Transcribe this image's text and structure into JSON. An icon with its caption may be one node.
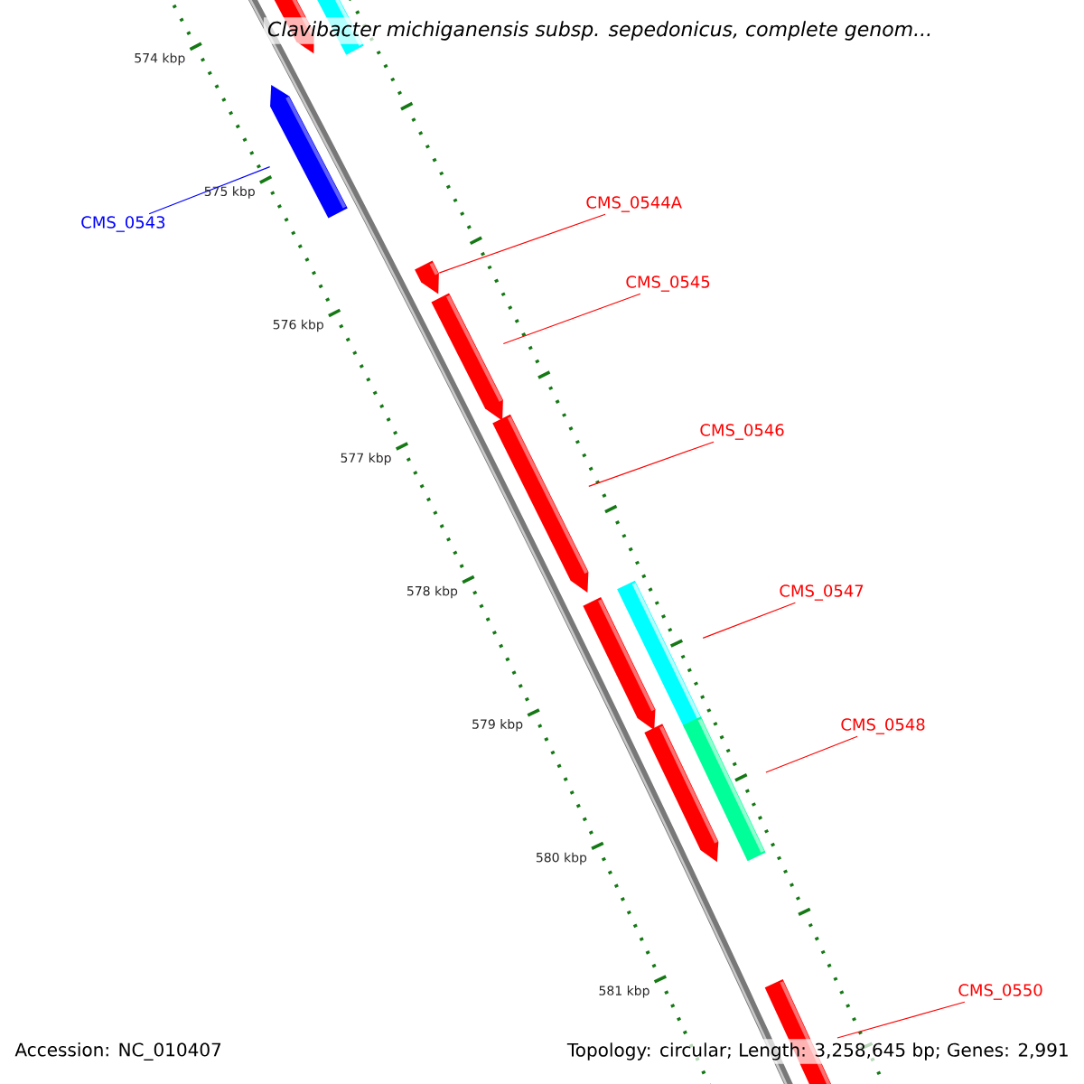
{
  "diagram": {
    "title": "Clavibacter michiganensis subsp. sepedonicus, complete genom...",
    "nodes": [
      {
        "text": [],
        "shape": "bar"
      },
      {
        "text": [],
        "shape": "bar"
      },
      {
        "text": [],
        "shape": "bar"
      },
      {
        "text": [
          "CMS_0543"
        ]
      },
      {
        "text": [
          "CMS_0544A"
        ]
      },
      {
        "text": [],
        "shape": "bar"
      },
      {
        "text": [
          "CMS_0545"
        ]
      },
      {
        "text": [],
        "shape": "bar"
      },
      {
        "text": [
          "CMS_0546"
        ]
      },
      {
        "text": [],
        "shape": "bar"
      },
      {
        "text": [
          "CMS_0547"
        ]
      },
      {
        "text": [],
        "shape": "bar"
      },
      {
        "text": [],
        "shape": "bar"
      },
      {
        "text": [
          "CMS_0548"
        ]
      },
      {
        "text": [],
        "shape": "bar"
      },
      {
        "text": [],
        "shape": "bar"
      },
      {
        "text": [
          "CMS_0550"
        ]
      },
      {
        "text": [],
        "shape": "bar"
      }
    ],
    "edges": [
      {
        "from": 3,
        "to": 2,
        "arrow": "none",
        "color": "#0000ff"
      },
      {
        "from": 4,
        "to": 5,
        "arrow": "none"
      },
      {
        "from": 6,
        "to": 7,
        "arrow": "none"
      },
      {
        "from": 8,
        "to": 9,
        "arrow": "none"
      },
      {
        "from": 10,
        "to": 11,
        "arrow": "none"
      },
      {
        "from": 13,
        "to": 14,
        "arrow": "none"
      },
      {
        "from": 16,
        "to": 17,
        "arrow": "none"
      }
    ],
    "labels": [
      "574 kbp",
      "575 kbp",
      "576 kbp",
      "577 kbp",
      "578 kbp",
      "579 kbp",
      "580 kbp",
      "581 kbp",
      "Accession: NC_010407",
      "Topology: circular; Length: 3,258,645 bp; Genes: 2,991"
    ]
  }
}
